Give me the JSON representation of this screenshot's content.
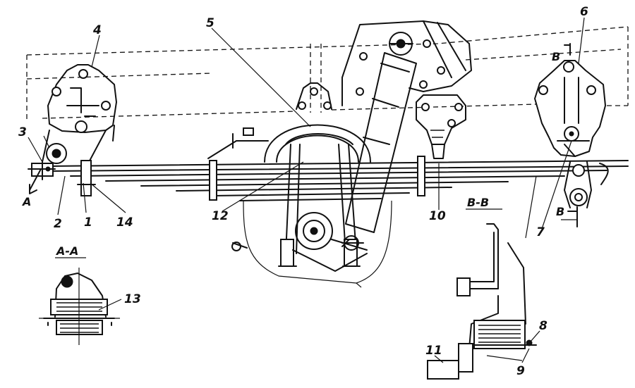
{
  "callouts": {
    "n1": "1",
    "n2": "2",
    "n3": "3",
    "n4": "4",
    "n5": "5",
    "n6": "6",
    "n7": "7",
    "n8": "8",
    "n9": "9",
    "n10": "10",
    "n11": "11",
    "n12": "12",
    "n13": "13",
    "n14": "14"
  },
  "sections": {
    "aa_title": "A-A",
    "bb_title": "B-B",
    "a_marker": "A",
    "b_marker_top": "B",
    "b_marker_bottom": "B"
  },
  "colors": {
    "ink": "#111111",
    "paper": "#ffffff"
  }
}
